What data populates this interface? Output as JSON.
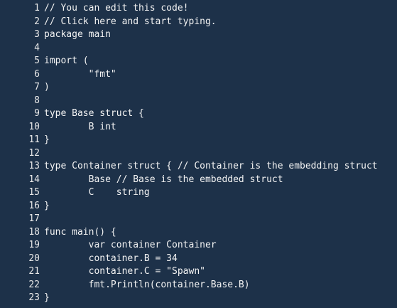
{
  "editor": {
    "language": "go",
    "lines": [
      {
        "num": "1",
        "text": "// You can edit this code!"
      },
      {
        "num": "2",
        "text": "// Click here and start typing."
      },
      {
        "num": "3",
        "text": "package main"
      },
      {
        "num": "4",
        "text": ""
      },
      {
        "num": "5",
        "text": "import ("
      },
      {
        "num": "6",
        "text": "\t\"fmt\""
      },
      {
        "num": "7",
        "text": ")"
      },
      {
        "num": "8",
        "text": ""
      },
      {
        "num": "9",
        "text": "type Base struct {"
      },
      {
        "num": "10",
        "text": "\tB int"
      },
      {
        "num": "11",
        "text": "}"
      },
      {
        "num": "12",
        "text": ""
      },
      {
        "num": "13",
        "text": "type Container struct { // Container is the embedding struct"
      },
      {
        "num": "14",
        "text": "\tBase // Base is the embedded struct"
      },
      {
        "num": "15",
        "text": "\tC    string"
      },
      {
        "num": "16",
        "text": "}"
      },
      {
        "num": "17",
        "text": ""
      },
      {
        "num": "18",
        "text": "func main() {"
      },
      {
        "num": "19",
        "text": "\tvar container Container"
      },
      {
        "num": "20",
        "text": "\tcontainer.B = 34"
      },
      {
        "num": "21",
        "text": "\tcontainer.C = \"Spawn\""
      },
      {
        "num": "22",
        "text": "\tfmt.Println(container.Base.B)"
      },
      {
        "num": "23",
        "text": "}"
      }
    ]
  }
}
